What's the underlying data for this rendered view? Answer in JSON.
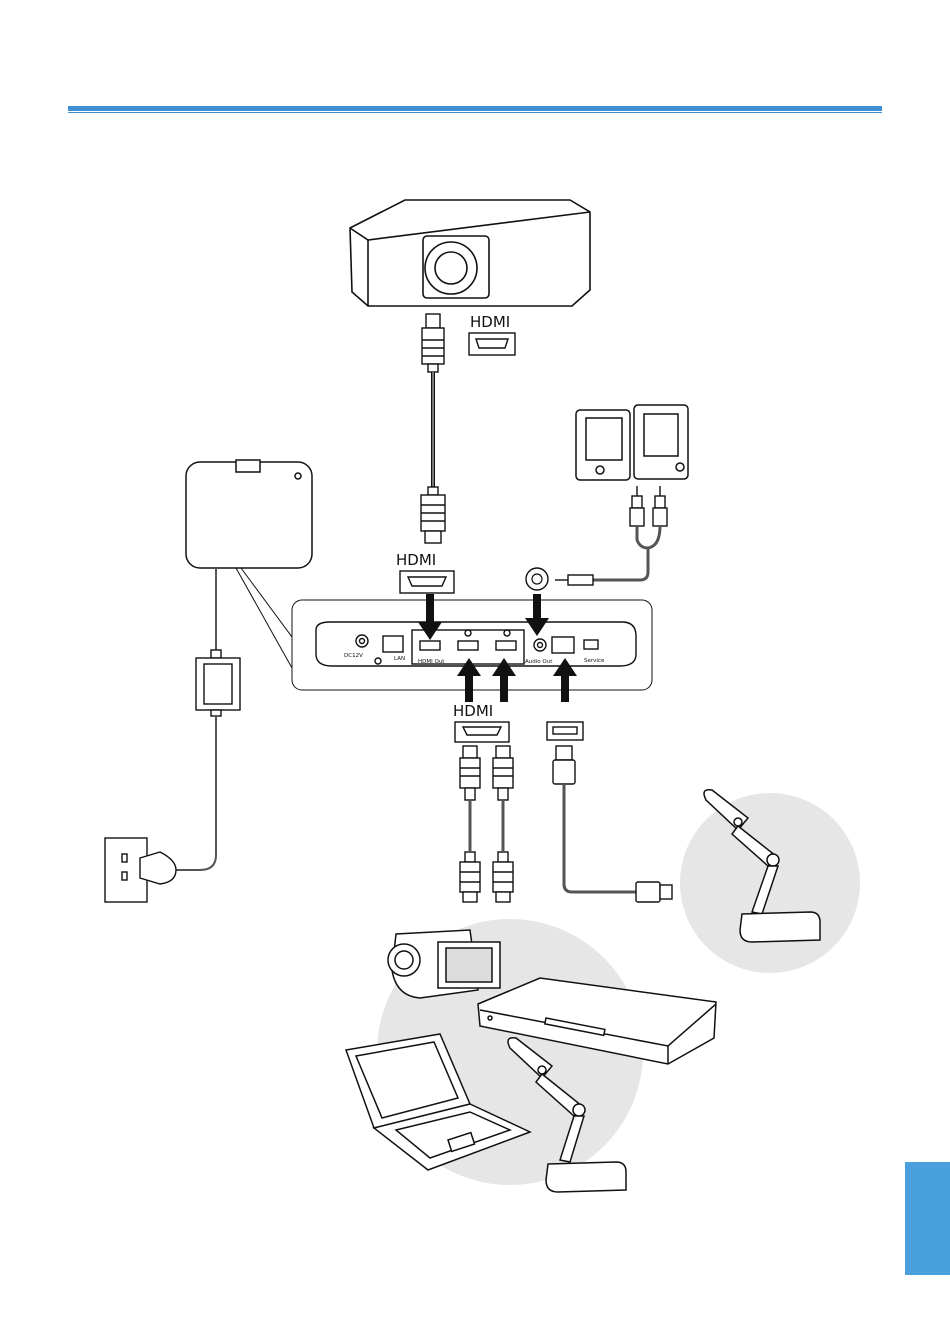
{
  "labels": {
    "hdmi_projector": "HDMI",
    "hdmi_out": "HDMI",
    "hdmi_in": "HDMI"
  },
  "panel_ports": {
    "dc": "DC12V",
    "lan": "LAN",
    "hdmi_out": "HDMI Out",
    "audio_out": "Audio Out",
    "service": "Service"
  },
  "colors": {
    "accent": "#3f8fd2",
    "side_tab": "#4aa0dc",
    "bubble": "#e6e6e6",
    "cable": "#555555"
  }
}
